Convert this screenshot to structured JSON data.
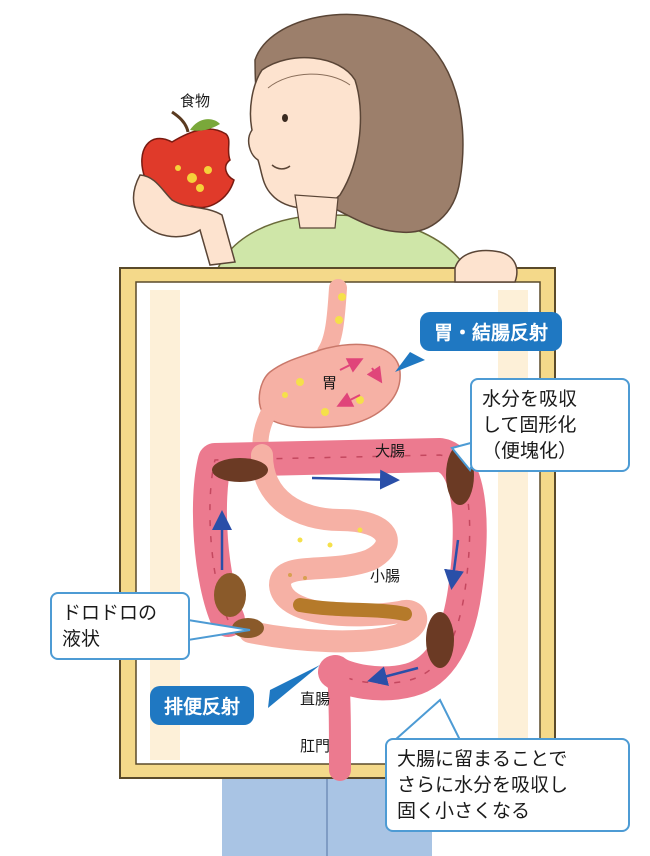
{
  "labels": {
    "food": "食物",
    "stomach": "胃",
    "large_intestine": "大腸",
    "small_intestine": "小腸",
    "rectum": "直腸",
    "anus": "肛門"
  },
  "badges": {
    "gastrocolic_reflex": "胃・結腸反射",
    "defecation_reflex": "排便反射"
  },
  "callouts": {
    "absorb": [
      "水分を吸収",
      "して固形化",
      "（便塊化）"
    ],
    "liquid": [
      "ドロドロの",
      "液状"
    ],
    "harden": [
      "大腸に留まることで",
      "さらに水分を吸収し",
      "固く小さくなる"
    ]
  },
  "colors": {
    "skin": "#fde3cf",
    "hair": "#9c7f6b",
    "shirt": "#cfe6a8",
    "intestine": "#ec7a8f",
    "stomach": "#f6b1a5",
    "stool": "#6b3a24",
    "arrow": "#2a4fa8",
    "badge": "#1f78c2",
    "frame": "#f4d98a"
  }
}
